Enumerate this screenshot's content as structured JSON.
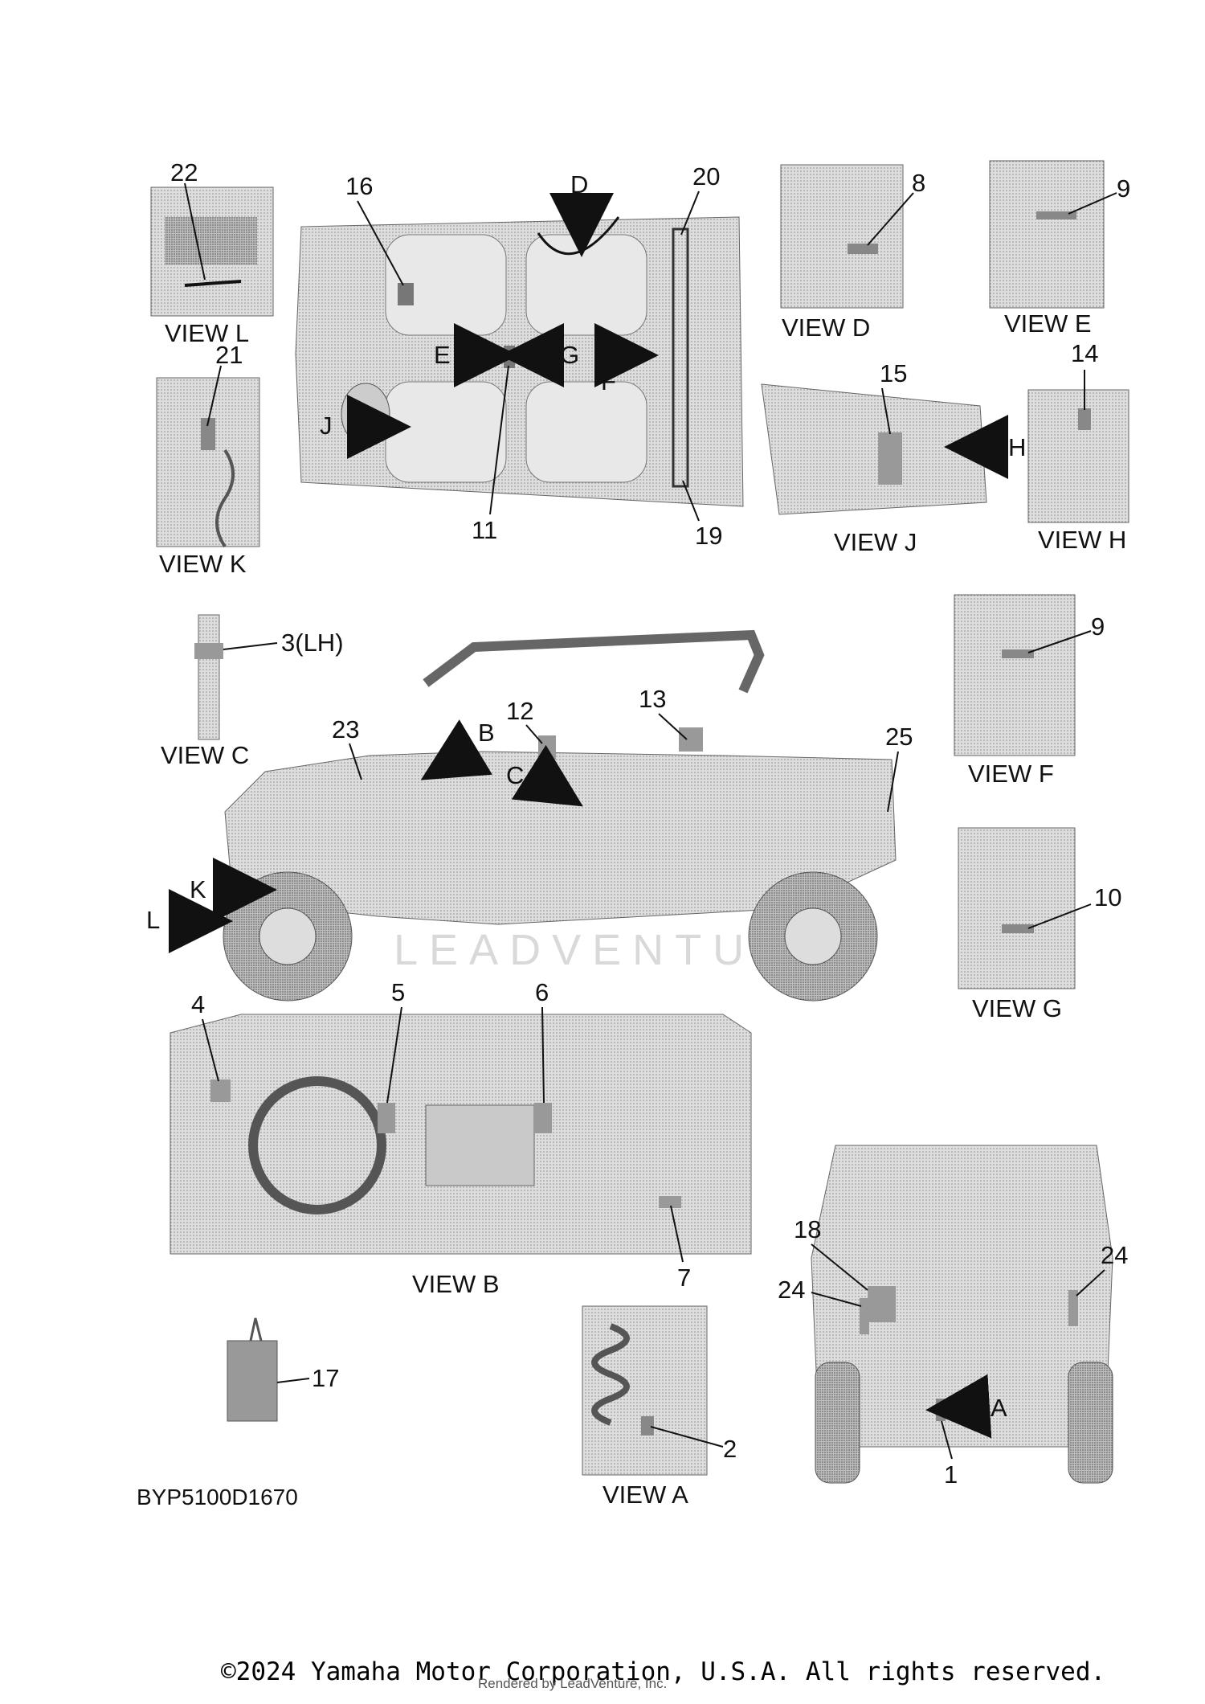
{
  "diagram_code": "BYP5100D1670",
  "copyright": "©2024 Yamaha Motor Corporation, U.S.A. All rights reserved.",
  "rendered_by": "Rendered by LeadVenture, Inc.",
  "watermark": "LEADVENTURE",
  "views": {
    "l": "VIEW L",
    "k": "VIEW K",
    "d": "VIEW D",
    "e": "VIEW E",
    "j": "VIEW J",
    "h": "VIEW H",
    "c": "VIEW C",
    "f": "VIEW F",
    "g": "VIEW G",
    "b": "VIEW B",
    "a": "VIEW A"
  },
  "callouts": {
    "c1": "1",
    "c2": "2",
    "c3": "3(LH)",
    "c4": "4",
    "c5": "5",
    "c6": "6",
    "c7": "7",
    "c8": "8",
    "c9a": "9",
    "c9b": "9",
    "c10": "10",
    "c11": "11",
    "c12": "12",
    "c13": "13",
    "c14": "14",
    "c15": "15",
    "c16": "16",
    "c17": "17",
    "c18": "18",
    "c19": "19",
    "c20": "20",
    "c21": "21",
    "c22": "22",
    "c23": "23",
    "c24a": "24",
    "c24b": "24",
    "c25": "25"
  },
  "arrows": {
    "d": "D",
    "e": "E",
    "g": "G",
    "f": "F",
    "j": "J",
    "h": "H",
    "b": "B",
    "c": "C",
    "k": "K",
    "l": "L",
    "a": "A"
  },
  "colors": {
    "ink": "#111111",
    "panel": "#d8d8d8",
    "panel_dark": "#b5b5b5",
    "label_box": "#9a9a9a"
  }
}
